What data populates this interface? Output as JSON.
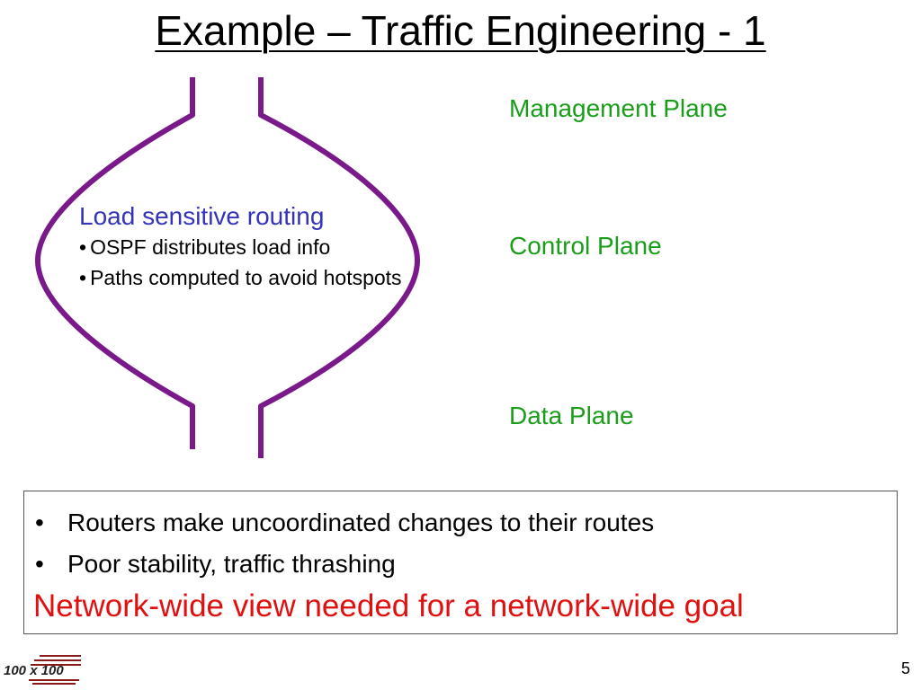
{
  "slide": {
    "title": "Example – Traffic Engineering - 1",
    "page_number": "5"
  },
  "planes": {
    "management": "Management Plane",
    "control": "Control Plane",
    "data": "Data Plane"
  },
  "routing": {
    "heading": "Load sensitive routing",
    "bullets": [
      "OSPF distributes load info",
      "Paths computed to avoid hotspots"
    ]
  },
  "summary": {
    "bullets": [
      "Routers make uncoordinated changes to their routes",
      "Poor stability, traffic thrashing"
    ],
    "goal": "Network-wide view needed for a network-wide goal"
  },
  "logo": {
    "text": "100 x 100"
  },
  "colors": {
    "title": "#000000",
    "plane_label": "#1a9e1a",
    "routing_heading": "#3333bb",
    "diagram_stroke": "#7a1a8a",
    "goal_text": "#e01010",
    "summary_border": "#555555"
  },
  "icons": {
    "logo": "stripes-logo-icon"
  }
}
